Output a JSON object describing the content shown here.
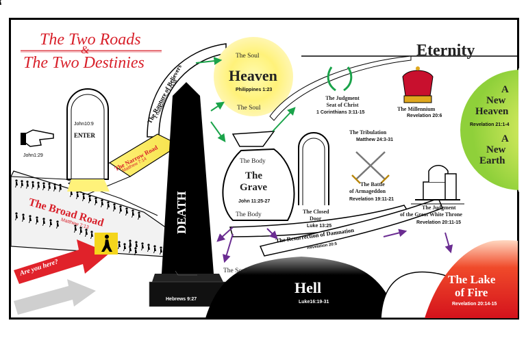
{
  "title": {
    "line1": "The Two Roads",
    "amp": "&",
    "line2": "The Two Destinies"
  },
  "eternity": "Eternity",
  "heaven": {
    "soul_top": "The Soul",
    "label": "Heaven",
    "ref": "Philippines 1:23",
    "soul_bottom": "The Soul"
  },
  "rapture": {
    "label": "The Rapture of Believers",
    "ref": "1 Thessalonians 4:13-18"
  },
  "judgment_seat": {
    "label1": "The Judgment",
    "label2": "Seat of Christ",
    "ref": "1 Corinthians 3:11-15"
  },
  "millennium": {
    "label": "The Millennium",
    "ref": "Revelation 20:6"
  },
  "new_heaven": {
    "a1": "A",
    "new1": "New",
    "heaven": "Heaven",
    "ref": "Revelation 21:1-4",
    "a2": "A",
    "new2": "New",
    "earth": "Earth"
  },
  "enter_door": {
    "ref": "John10:9",
    "label": "ENTER"
  },
  "pointing_hand": {
    "ref": "John1:29"
  },
  "narrow_road": {
    "label": "The Narrow Road",
    "ref": "Matthew 7:14"
  },
  "broad_road": {
    "label": "The Broad Road",
    "ref": "Matthew 7:13"
  },
  "are_you_here": "Are you here?",
  "death": {
    "label": "DEATH",
    "ref": "Hebrews 9:27"
  },
  "grave": {
    "body_top": "The Body",
    "label1": "The",
    "label2": "Grave",
    "ref": "John 11:25-27",
    "body_bottom": "The Body"
  },
  "soul_hell": "The Soul",
  "closed_door": {
    "label1": "The Closed",
    "label2": "Door",
    "ref": "Luke 13:25"
  },
  "tribulation": {
    "label": "The Tribulation",
    "ref": "Matthew 24:3-31"
  },
  "armageddon": {
    "label1": "The Battle",
    "label2": "of Armageddon",
    "ref": "Revelation 19:11-21"
  },
  "white_throne": {
    "label1": "The Judgment",
    "label2": "of the Great White Throne",
    "ref": "Revelation 20:11-15"
  },
  "resurrection": {
    "label": "The Resurrection of Damnation",
    "ref": "Revelation 20:5"
  },
  "hell": {
    "label": "Hell",
    "ref": "Luke16:19-31"
  },
  "lake_of_fire": {
    "line1": "The Lake",
    "line2": "of Fire",
    "ref": "Revelation 20:14-15"
  },
  "colors": {
    "red": "#e0222a",
    "yellow_glow": "#fff27a",
    "green": "#9bd43a",
    "arrow_green": "#1aa34a",
    "arrow_purple": "#6a2c91"
  }
}
